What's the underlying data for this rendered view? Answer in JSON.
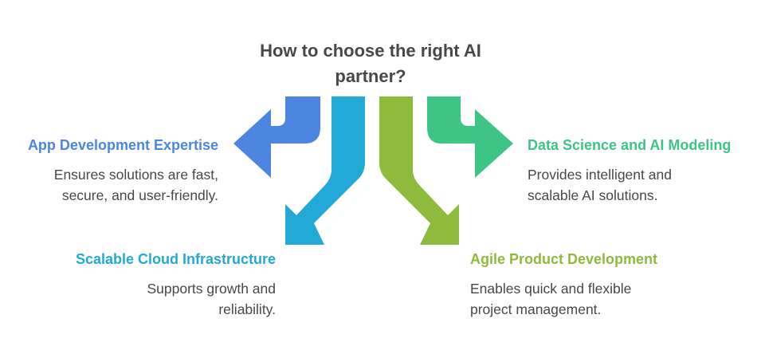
{
  "title": {
    "line1": "How to choose the right AI",
    "line2": "partner?"
  },
  "items": [
    {
      "heading": "App Development Expertise",
      "color": "#4d86e0",
      "desc": [
        "Ensures solutions are fast,",
        "secure, and user-friendly."
      ]
    },
    {
      "heading": "Scalable Cloud Infrastructure",
      "color": "#22a9d6",
      "desc": [
        "Supports growth and",
        "reliability."
      ]
    },
    {
      "heading": "Agile Product Development",
      "color": "#8dbb3c",
      "desc": [
        "Enables quick and flexible",
        "project management."
      ]
    },
    {
      "heading": "Data Science and AI Modeling",
      "color": "#3ec484",
      "desc": [
        "Provides intelligent and",
        "scalable AI solutions."
      ]
    }
  ]
}
